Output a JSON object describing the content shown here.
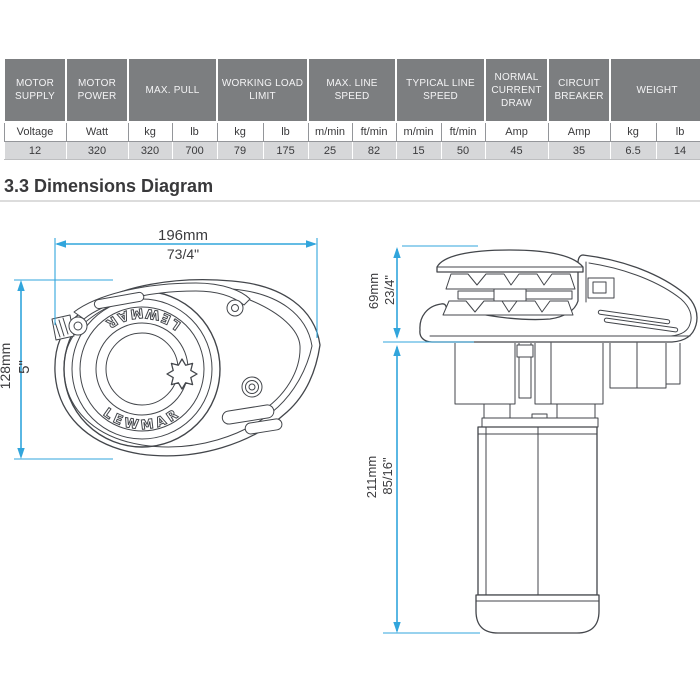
{
  "page": {
    "heading": "3.3 Dimensions Diagram"
  },
  "spec_table": {
    "groups": [
      {
        "label": "MOTOR SUPPLY",
        "span": 1
      },
      {
        "label": "MOTOR POWER",
        "span": 1
      },
      {
        "label": "MAX. PULL",
        "span": 2
      },
      {
        "label": "WORKING LOAD LIMIT",
        "span": 2
      },
      {
        "label": "MAX. LINE SPEED",
        "span": 2
      },
      {
        "label": "TYPICAL LINE SPEED",
        "span": 2
      },
      {
        "label": "NORMAL CURRENT DRAW",
        "span": 1
      },
      {
        "label": "CIRCUIT BREAKER",
        "span": 1
      },
      {
        "label": "WEIGHT",
        "span": 2
      }
    ],
    "units": [
      "Voltage",
      "Watt",
      "kg",
      "lb",
      "kg",
      "lb",
      "m/min",
      "ft/min",
      "m/min",
      "ft/min",
      "Amp",
      "Amp",
      "kg",
      "lb"
    ],
    "values": [
      "12",
      "320",
      "320",
      "700",
      "79",
      "175",
      "25",
      "82",
      "15",
      "50",
      "45",
      "35",
      "6.5",
      "14"
    ]
  },
  "diagram": {
    "brand": "LEWMAR",
    "colors": {
      "dimension_blue": "#31a5dc",
      "drawing_line": "#43464b",
      "table_header_bg": "#7c7e80",
      "table_row_bg": "#d6d7d9"
    },
    "left_view": {
      "width_mm": "196mm",
      "width_in": "73/4\"",
      "height_mm": "128mm",
      "height_in": "5\""
    },
    "right_view": {
      "top_mm": "69mm",
      "top_in": "23/4\"",
      "bottom_mm": "211mm",
      "bottom_in": "85/16\""
    }
  }
}
